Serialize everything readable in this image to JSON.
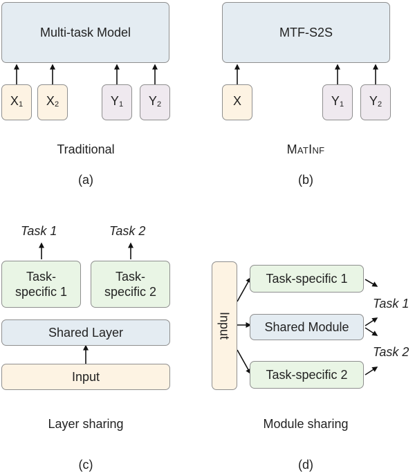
{
  "panel_a": {
    "model": "Multi-task Model",
    "inputs": [
      {
        "base": "X",
        "sub": "1"
      },
      {
        "base": "X",
        "sub": "2"
      },
      {
        "base": "Y",
        "sub": "1"
      },
      {
        "base": "Y",
        "sub": "2"
      }
    ],
    "label": "Traditional",
    "caption": "(a)"
  },
  "panel_b": {
    "model": "MTF-S2S",
    "inputs": [
      {
        "base": "X",
        "sub": ""
      },
      {
        "base": "Y",
        "sub": "1"
      },
      {
        "base": "Y",
        "sub": "2"
      }
    ],
    "label": "MatInf",
    "caption": "(b)"
  },
  "panel_c": {
    "task1": "Task 1",
    "task2": "Task 2",
    "specific1": "Task-specific 1",
    "specific2": "Task-specific 2",
    "shared": "Shared Layer",
    "input": "Input",
    "label": "Layer sharing",
    "caption": "(c)"
  },
  "panel_d": {
    "input": "Input",
    "specific1": "Task-specific 1",
    "shared": "Shared Module",
    "specific2": "Task-specific 2",
    "task1": "Task 1",
    "task2": "Task 2",
    "label": "Module sharing",
    "caption": "(d)"
  },
  "colors": {
    "model_fill": "#e4ecf2",
    "input_fill": "#fdf3e3",
    "output_fill": "#efe9ef",
    "specific_fill": "#e9f5e5",
    "border": "#8e8e8e",
    "arrow": "#111111"
  }
}
